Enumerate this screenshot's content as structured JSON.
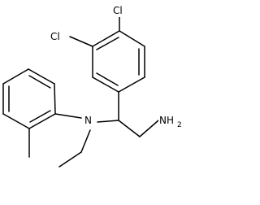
{
  "molecule": {
    "atoms": {
      "cl_top": "Cl",
      "cl_left": "Cl",
      "nitrogen": "N",
      "amine_n": "NH",
      "amine_sub": "2"
    }
  },
  "colors": {
    "bond": "#000000",
    "text": "#000000",
    "background": "#ffffff"
  }
}
